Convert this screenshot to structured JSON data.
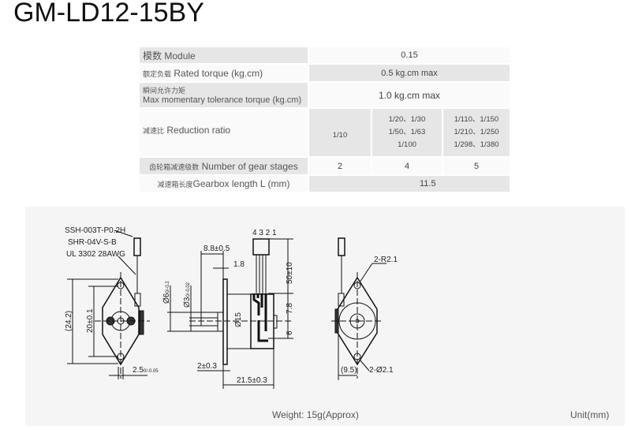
{
  "title": "GM-LD12-15BY",
  "spec_table": {
    "module": {
      "label_cn": "模数",
      "label_en": "Module",
      "value": "0.15"
    },
    "rated_torque": {
      "label_cn": "额定负载",
      "label_en": "Rated torque (kg.cm)",
      "value": "0.5 kg.cm max"
    },
    "max_torque": {
      "label_cn": "瞬间允许力矩",
      "label_en": "Max momentary tolerance torque (kg.cm)",
      "value": "1.0 kg.cm max"
    },
    "reduction_ratio": {
      "label_cn": "减速比",
      "label_en": "Reduction ratio",
      "values": [
        [
          "1/10"
        ],
        [
          "1/20、1/30",
          "1/50、1/63",
          "1/100"
        ],
        [
          "1/110、1/150",
          "1/210、1/250",
          "1/298、1/380"
        ]
      ]
    },
    "gear_stages": {
      "label_cn": "齿轮箱减速级数",
      "label_en": "Number of gear stages",
      "values": [
        "2",
        "4",
        "5"
      ]
    },
    "gearbox_length": {
      "label_cn": "减速箱长度",
      "label_en": "Gearbox length  L (mm)",
      "value": "11.5"
    }
  },
  "drawing": {
    "left_view": {
      "connector": "SSH-003T-P0.2H",
      "housing": "SHR-04V-S-B",
      "wire": "UL 3302 28AWG",
      "height": "(24.2)",
      "hole_pitch": "20±0.1",
      "flange_thk": "2.5",
      "flange_tol": "0/-0.05"
    },
    "side_view": {
      "pins": "4 3 2 1",
      "shaft_len": "8.8±0.5",
      "boss": "1.8",
      "cable_len": "50±10",
      "d_boss": "Ø6",
      "d_boss_tol": "0/-0.2",
      "d_shaft": "Ø3",
      "d_shaft_tol": "0/-0.02",
      "d_body": "Ø15",
      "dim_78": "7.8",
      "dim_6": "6",
      "plate": "2±0.3",
      "body_len": "21.5±0.3"
    },
    "right_view": {
      "radius": "2-R2.1",
      "holes": "2-Ø2.1",
      "offset": "(9.5)"
    },
    "weight": "Weight: 15g(Approx)",
    "unit": "Unit(mm)"
  }
}
